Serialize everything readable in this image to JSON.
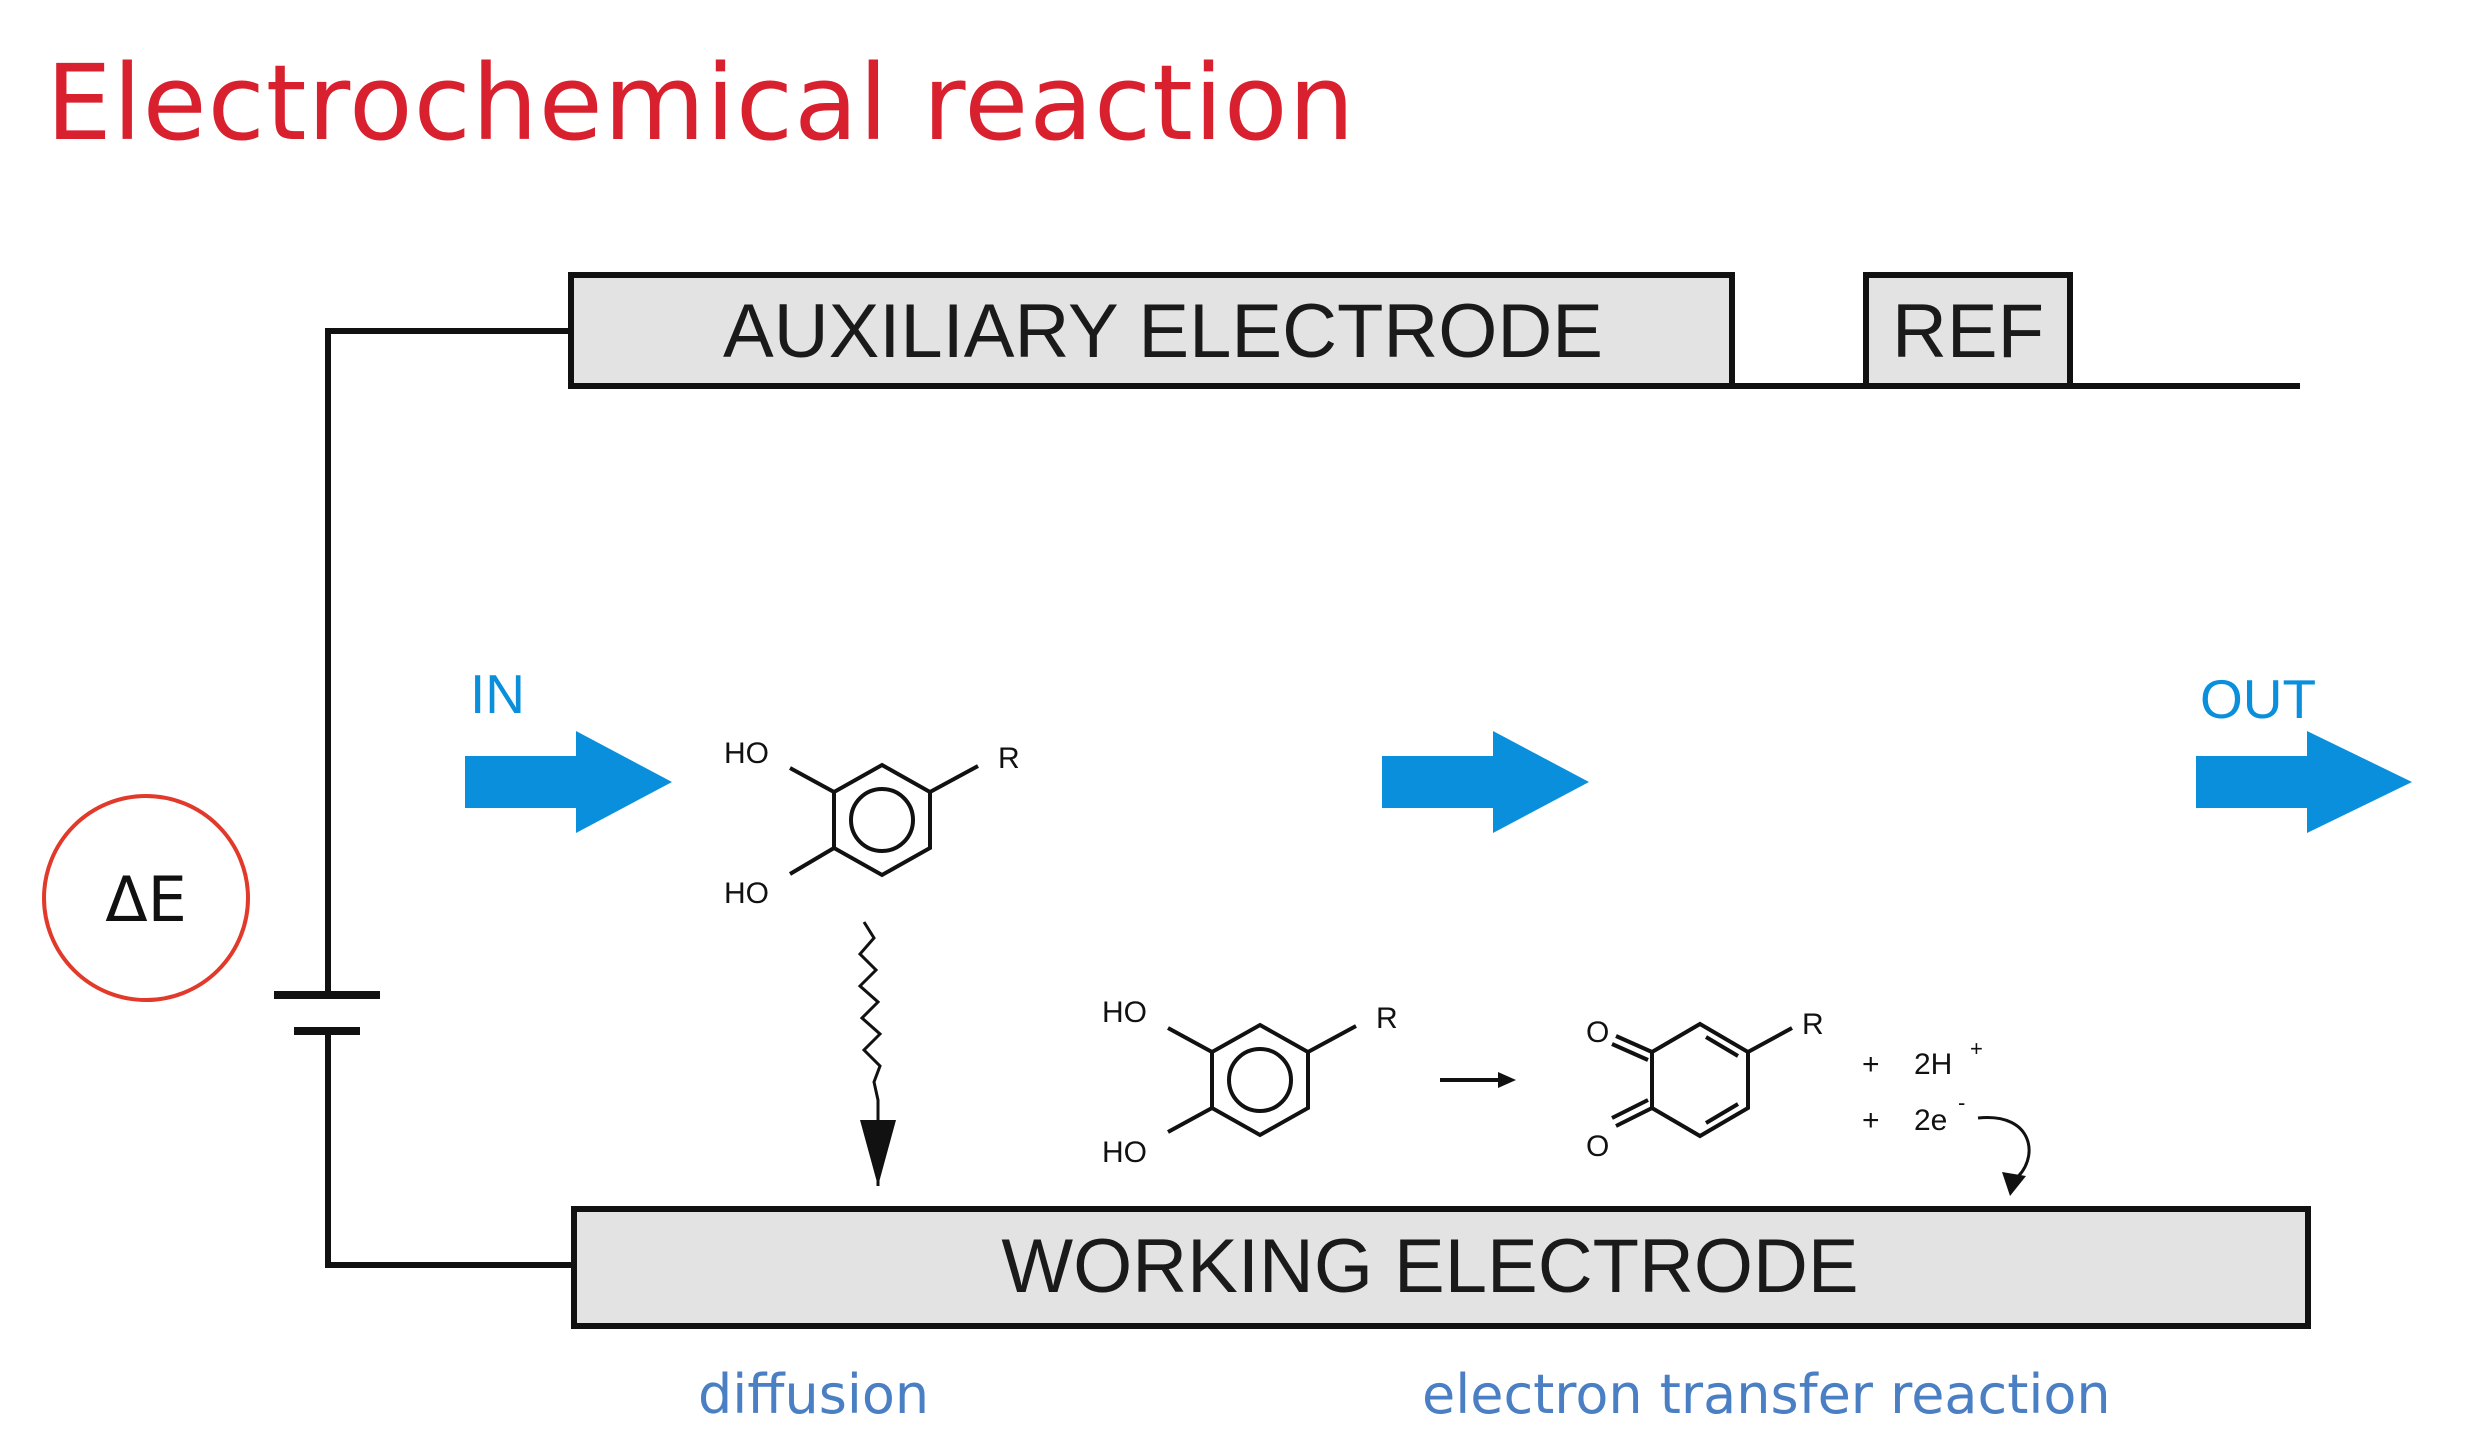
{
  "title": "Electrochemical reaction",
  "electrodes": {
    "auxiliary": "AUXILIARY ELECTRODE",
    "reference": "REF",
    "working": "WORKING ELECTRODE"
  },
  "flow": {
    "inlet": "IN",
    "outlet": "OUT"
  },
  "potential": "ΔE",
  "molecule": {
    "hydroxyl": "HO",
    "substituent": "R",
    "oxo": "O"
  },
  "products": {
    "protons": "2H",
    "protons_charge": "+",
    "electrons": "2e",
    "electrons_charge": "-",
    "plus": "+"
  },
  "captions": {
    "diffusion": "diffusion",
    "electron_transfer": "electron transfer reaction"
  },
  "colors": {
    "title": "#d9202e",
    "flow_arrow": "#0a8fdc",
    "caption": "#4a7fc4",
    "box_fill": "#e3e3e3",
    "potential_ring": "#e23a2a"
  }
}
